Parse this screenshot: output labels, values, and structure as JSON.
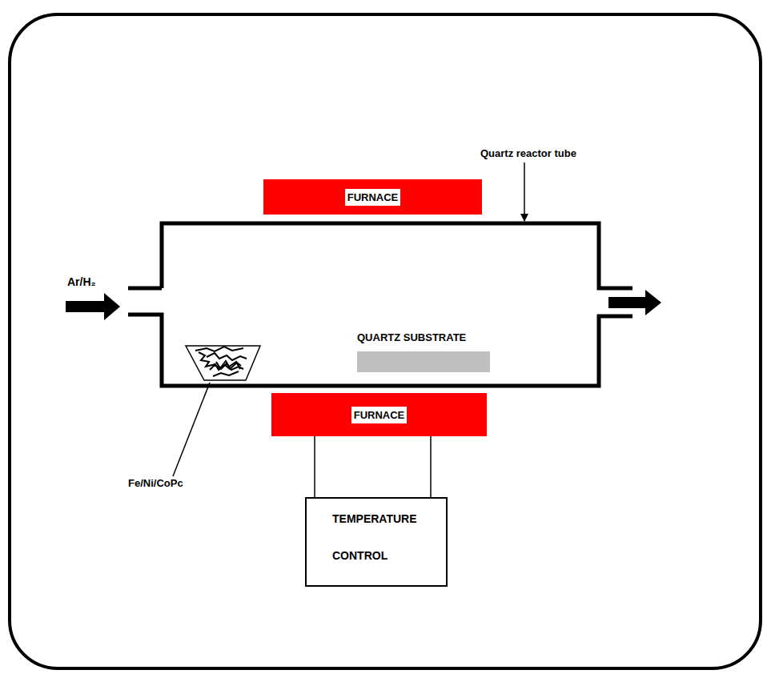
{
  "diagram": {
    "nodes": [
      {
        "text": [
          "FURNACE"
        ]
      },
      {
        "text": [
          "QUARTZ SUBSTRATE"
        ]
      },
      {
        "text": [
          "FURNACE"
        ]
      },
      {
        "text": [
          "TEMPERATURE CONTROL"
        ]
      }
    ],
    "edges": [
      {
        "from": 2,
        "to": 3,
        "arrow": "none"
      },
      {
        "from": 2,
        "to": 3,
        "arrow": "none"
      }
    ],
    "labels": [
      "Quartz reactor tube",
      "Ar/H₂",
      "Fe/Ni/CoPc"
    ]
  }
}
